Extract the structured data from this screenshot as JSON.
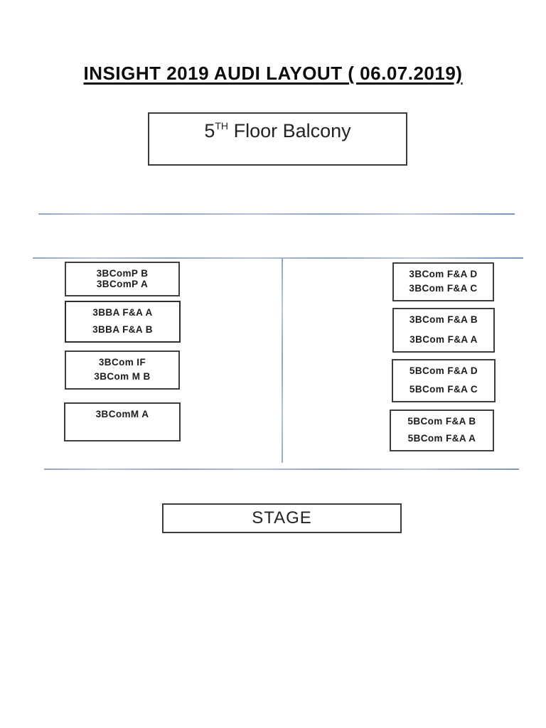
{
  "document": {
    "title": "INSIGHT 2019 AUDI LAYOUT ( 06.07.2019)",
    "balcony": {
      "number": "5",
      "ordinal": "TH",
      "label": "Floor Balcony"
    },
    "stage": {
      "label": "STAGE"
    },
    "left_sections": [
      {
        "lines": [
          "3BComP B",
          "3BComP A"
        ]
      },
      {
        "lines": [
          "3BBA F&A A",
          "3BBA F&A B"
        ]
      },
      {
        "lines": [
          "3BCom IF",
          "3BCom M B"
        ]
      },
      {
        "lines": [
          "3BComM A"
        ]
      }
    ],
    "right_sections": [
      {
        "lines": [
          "3BCom F&A D",
          "3BCom F&A C"
        ]
      },
      {
        "lines": [
          "3BCom F&A B",
          "3BCom F&A A"
        ]
      },
      {
        "lines": [
          "5BCom F&A D",
          "5BCom F&A C"
        ]
      },
      {
        "lines": [
          "5BCom F&A B",
          "5BCom F&A A"
        ]
      }
    ],
    "colors": {
      "divider_line": "#9db0cd",
      "box_border": "#3f3f3f",
      "text": "#1a1a1a"
    }
  }
}
